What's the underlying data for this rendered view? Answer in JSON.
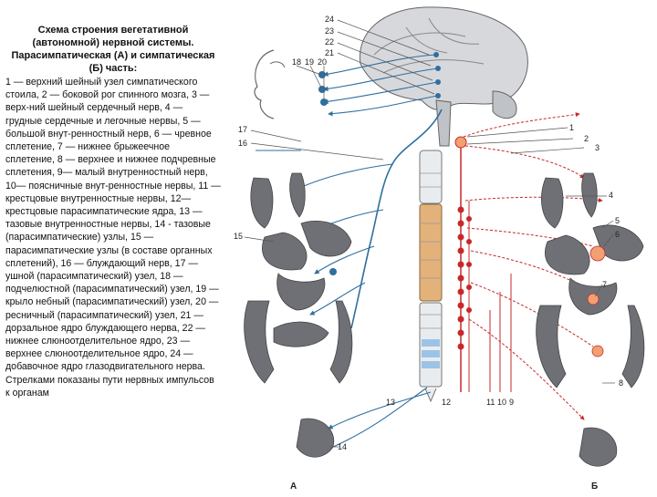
{
  "caption": {
    "title": "Схема строения вегетативной (автономной) нервной системы. Парасимпатическая (А) и симпатическая (Б) часть:",
    "body": "1 — верхний шейный узел симпатического стоила, 2 — боковой рог спинного мозга, 3 — верх-ний шейный сердечный нерв, 4 — грудные сердечные и легочные нервы, 5 — большой внут-ренностный нерв, 6 — чревное сплетение, 7 — нижнее брыжеечное сплетение, 8 — верхнее и нижнее подчревные сплетения, 9— малый внутренностный нерв, 10— поясничные внут-ренностные нервы, 11 — крестцовые внутренностные нервы, 12— крестцовые парасимпатические ядра, 13 — тазовые внутренностные нервы, 14 - тазовые (парасимпатические) узлы, 15 — парасимпатические узлы (в составе органных сплетений), 16 — блуждающий нерв, 17 — ушной (парасимпатический) узел, 18 — подчелюстной (парасимпатический) узел, 19 — крыло небный (парасимпатический) узел, 20 — ресничный (парасимпатический) узел, 21 — дорзальное ядро блуждающего нерва, 22 — нижнее слюноотделительное ядро, 23 — верхнее слюноотделительное ядро, 24 — добавочное ядро глазодвигательного нерва. Стрелками показаны пути нервных импульсов к органам"
  },
  "labels": {
    "n24": "24",
    "n23": "23",
    "n22": "22",
    "n21": "21",
    "n20": "20",
    "n18": "18",
    "n19": "19",
    "n17": "17",
    "n16": "16",
    "n15": "15",
    "n14": "14",
    "n13": "13",
    "n12": "12",
    "n11": "11",
    "n10": "10",
    "n9": "9",
    "n8": "8",
    "n7": "7",
    "n6": "6",
    "n5": "5",
    "n4": "4",
    "n3": "3",
    "n2": "2",
    "n1": "1",
    "partA": "А",
    "partB": "Б"
  },
  "colors": {
    "parasympathetic": "#2f6f9e",
    "sympathetic": "#c8282a",
    "organ": "#6e7076",
    "brain": "#d6d8dc",
    "sacral_nuclei": "#e3b27a",
    "lumbar_segments": "#9cc3e6"
  }
}
